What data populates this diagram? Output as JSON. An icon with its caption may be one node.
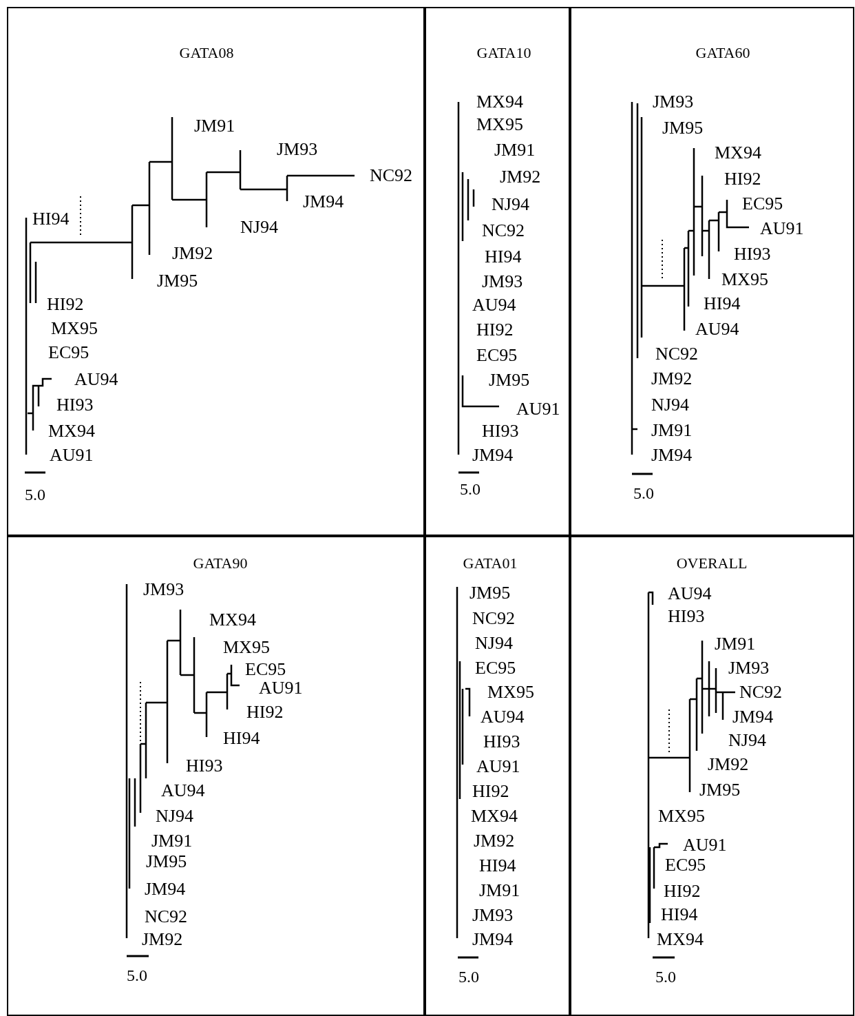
{
  "diagram": {
    "nodes": [
      {
        "text": [
          "GATA08"
        ]
      },
      {
        "text": [
          "JM91"
        ],
        "in": 0
      },
      {
        "text": [
          "JM93"
        ],
        "in": 0
      },
      {
        "text": [
          "NC92"
        ],
        "in": 0
      },
      {
        "text": [
          "JM94"
        ],
        "in": 0
      },
      {
        "text": [
          "HI94"
        ],
        "in": 0
      },
      {
        "text": [
          "NJ94"
        ],
        "in": 0
      },
      {
        "text": [
          "JM92"
        ],
        "in": 0
      },
      {
        "text": [
          "JM95"
        ],
        "in": 0
      },
      {
        "text": [
          "HI92"
        ],
        "in": 0
      },
      {
        "text": [
          "MX95"
        ],
        "in": 0
      },
      {
        "text": [
          "EC95"
        ],
        "in": 0
      },
      {
        "text": [
          "AU94"
        ],
        "in": 0
      },
      {
        "text": [
          "HI93"
        ],
        "in": 0
      },
      {
        "text": [
          "MX94"
        ],
        "in": 0
      },
      {
        "text": [
          "AU91"
        ],
        "in": 0
      },
      {
        "text": [
          "GATA10"
        ]
      },
      {
        "text": [
          "MX94"
        ],
        "in": 16
      },
      {
        "text": [
          "MX95"
        ],
        "in": 16
      },
      {
        "text": [
          "JM91"
        ],
        "in": 16
      },
      {
        "text": [
          "JM92"
        ],
        "in": 16
      },
      {
        "text": [
          "NJ94"
        ],
        "in": 16
      },
      {
        "text": [
          "NC92"
        ],
        "in": 16
      },
      {
        "text": [
          "HI94"
        ],
        "in": 16
      },
      {
        "text": [
          "JM93"
        ],
        "in": 16
      },
      {
        "text": [
          "AU94"
        ],
        "in": 16
      },
      {
        "text": [
          "HI92"
        ],
        "in": 16
      },
      {
        "text": [
          "EC95"
        ],
        "in": 16
      },
      {
        "text": [
          "JM95"
        ],
        "in": 16
      },
      {
        "text": [
          "AU91"
        ],
        "in": 16
      },
      {
        "text": [
          "HI93"
        ],
        "in": 16
      },
      {
        "text": [
          "JM94"
        ],
        "in": 16
      },
      {
        "text": [
          "GATA60"
        ]
      },
      {
        "text": [
          "JM93"
        ],
        "in": 32
      },
      {
        "text": [
          "JM95"
        ],
        "in": 32
      },
      {
        "text": [
          "MX94"
        ],
        "in": 32
      },
      {
        "text": [
          "HI92"
        ],
        "in": 32
      },
      {
        "text": [
          "EC95"
        ],
        "in": 32
      },
      {
        "text": [
          "AU91"
        ],
        "in": 32
      },
      {
        "text": [
          "HI93"
        ],
        "in": 32
      },
      {
        "text": [
          "MX95"
        ],
        "in": 32
      },
      {
        "text": [
          "HI94"
        ],
        "in": 32
      },
      {
        "text": [
          "AU94"
        ],
        "in": 32
      },
      {
        "text": [
          "NC92"
        ],
        "in": 32
      },
      {
        "text": [
          "JM92"
        ],
        "in": 32
      },
      {
        "text": [
          "NJ94"
        ],
        "in": 32
      },
      {
        "text": [
          "JM91"
        ],
        "in": 32
      },
      {
        "text": [
          "JM94"
        ],
        "in": 32
      },
      {
        "text": [
          "GATA90"
        ]
      },
      {
        "text": [
          "JM93"
        ],
        "in": 48
      },
      {
        "text": [
          "MX94"
        ],
        "in": 48
      },
      {
        "text": [
          "MX95"
        ],
        "in": 48
      },
      {
        "text": [
          "EC95"
        ],
        "in": 48
      },
      {
        "text": [
          "AU91"
        ],
        "in": 48
      },
      {
        "text": [
          "HI92"
        ],
        "in": 48
      },
      {
        "text": [
          "HI94"
        ],
        "in": 48
      },
      {
        "text": [
          "HI93"
        ],
        "in": 48
      },
      {
        "text": [
          "AU94"
        ],
        "in": 48
      },
      {
        "text": [
          "NJ94"
        ],
        "in": 48
      },
      {
        "text": [
          "JM91"
        ],
        "in": 48
      },
      {
        "text": [
          "JM95"
        ],
        "in": 48
      },
      {
        "text": [
          "JM94"
        ],
        "in": 48
      },
      {
        "text": [
          "NC92"
        ],
        "in": 48
      },
      {
        "text": [
          "JM92"
        ],
        "in": 48
      },
      {
        "text": [
          "GATA01"
        ]
      },
      {
        "text": [
          "JM95"
        ],
        "in": 64
      },
      {
        "text": [
          "NC92"
        ],
        "in": 64
      },
      {
        "text": [
          "NJ94"
        ],
        "in": 64
      },
      {
        "text": [
          "EC95"
        ],
        "in": 64
      },
      {
        "text": [
          "MX95"
        ],
        "in": 64
      },
      {
        "text": [
          "AU94"
        ],
        "in": 64
      },
      {
        "text": [
          "HI93"
        ],
        "in": 64
      },
      {
        "text": [
          "AU91"
        ],
        "in": 64
      },
      {
        "text": [
          "HI92"
        ],
        "in": 64
      },
      {
        "text": [
          "MX94"
        ],
        "in": 64
      },
      {
        "text": [
          "JM92"
        ],
        "in": 64
      },
      {
        "text": [
          "HI94"
        ],
        "in": 64
      },
      {
        "text": [
          "JM91"
        ],
        "in": 64
      },
      {
        "text": [
          "JM93"
        ],
        "in": 64
      },
      {
        "text": [
          "JM94"
        ],
        "in": 64
      },
      {
        "text": [
          "OVERALL"
        ]
      },
      {
        "text": [
          "AU94"
        ],
        "in": 80
      },
      {
        "text": [
          "HI93"
        ],
        "in": 80
      },
      {
        "text": [
          "JM91"
        ],
        "in": 80
      },
      {
        "text": [
          "JM93"
        ],
        "in": 80
      },
      {
        "text": [
          "NC92"
        ],
        "in": 80
      },
      {
        "text": [
          "JM94"
        ],
        "in": 80
      },
      {
        "text": [
          "NJ94"
        ],
        "in": 80
      },
      {
        "text": [
          "JM92"
        ],
        "in": 80
      },
      {
        "text": [
          "JM95"
        ],
        "in": 80
      },
      {
        "text": [
          "MX95"
        ],
        "in": 80
      },
      {
        "text": [
          "AU91"
        ],
        "in": 80
      },
      {
        "text": [
          "EC95"
        ],
        "in": 80
      },
      {
        "text": [
          "HI92"
        ],
        "in": 80
      },
      {
        "text": [
          "HI94"
        ],
        "in": 80
      },
      {
        "text": [
          "MX94"
        ],
        "in": 80
      }
    ],
    "labels": [
      "5.0",
      "5.0",
      "5.0",
      "5.0",
      "5.0",
      "5.0"
    ]
  }
}
